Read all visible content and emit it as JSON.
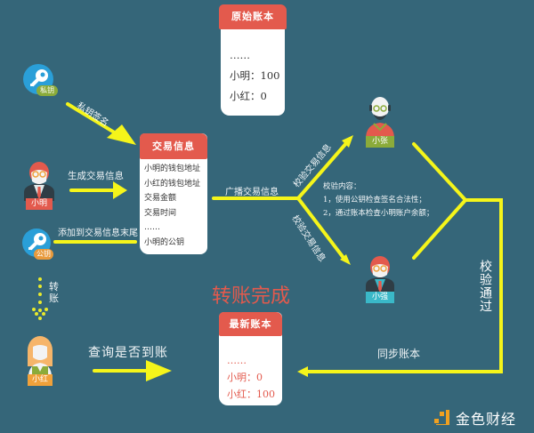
{
  "colors": {
    "background": "#356679",
    "accent_red": "#e35a4d",
    "arrow_yellow": "#f5f51a",
    "key_blue": "#2a9fd8",
    "key_badge_green": "#8bab3a",
    "key_badge_orange": "#e89a3c"
  },
  "ledger_original": {
    "title": "原始账本",
    "rows": [
      "……",
      "小明：100",
      "小红：0"
    ]
  },
  "transaction_info": {
    "title": "交易信息",
    "rows": [
      "小明的钱包地址",
      "小红的钱包地址",
      "交易金额",
      "交易时间",
      "……",
      "小明的公钥"
    ]
  },
  "ledger_latest": {
    "title": "最新账本",
    "rows": [
      "……",
      "小明：0",
      "小红：100"
    ]
  },
  "actors": {
    "private_key": {
      "icon": "key-icon",
      "badge": "私钥"
    },
    "public_key": {
      "icon": "key-icon",
      "badge": "公钥"
    },
    "xiaoming": {
      "icon": "person-icon",
      "name": "小明"
    },
    "xiaohong": {
      "icon": "person-icon",
      "name": "小红"
    },
    "xiaozhang": {
      "icon": "person-icon",
      "name": "小张"
    },
    "xiaoqiang": {
      "icon": "person-icon",
      "name": "小强"
    }
  },
  "steps": {
    "sign": "私钥签名",
    "generate": "生成交易信息",
    "append": "添加到交易信息末尾",
    "broadcast": "广播交易信息",
    "verify_up": "校验交易信息",
    "verify_down": "校验交易信息",
    "transfer": "转账",
    "query": "查询是否到账",
    "verified": "校验通过",
    "sync": "同步账本",
    "done": "转账完成"
  },
  "verify_content": {
    "title": "校验内容：",
    "items": [
      "1，使用公钥检查签名合法性；",
      "2，通过账本检查小明账户余额；"
    ]
  },
  "watermark": {
    "brand": "金色财经"
  }
}
